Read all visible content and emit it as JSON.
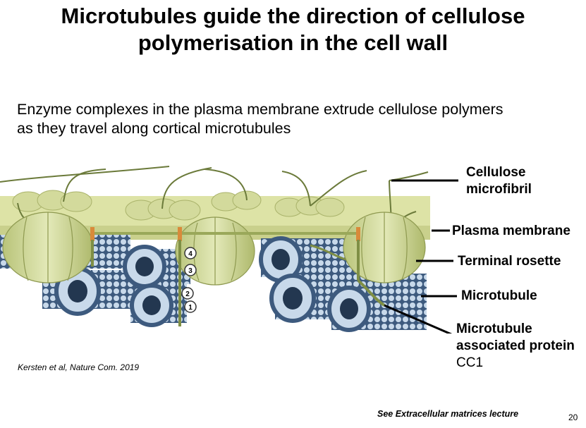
{
  "slide": {
    "title_line1": "Microtubules guide the direction of cellulose",
    "title_line2": "polymerisation in the cell wall",
    "subtitle_line1": "Enzyme complexes in the plasma membrane extrude cellulose polymers",
    "subtitle_line2": "as they travel along cortical microtubules",
    "citation": "Kersten et al, Nature Com. 2019",
    "footer_note": "See Extracellular matrices lecture",
    "page_number": "20"
  },
  "diagram": {
    "labels": {
      "cellulose_line1": "Cellulose",
      "cellulose_line2": "microfibril",
      "plasma_membrane": "Plasma membrane",
      "terminal_rosette": "Terminal rosette",
      "microtubule": "Microtubule",
      "map_line1": "Microtubule",
      "map_line2": "associated protein",
      "map_line3": "CC1"
    },
    "step_markers": [
      "4",
      "3",
      "2",
      "1"
    ],
    "colors": {
      "membrane": "#dde3a6",
      "rosette": "#cfd895",
      "microtubule_dark": "#3d5a7e",
      "microtubule_light": "#c8d9ea",
      "fibril": "#6b7a3a",
      "linker": "#d98a3a"
    }
  }
}
